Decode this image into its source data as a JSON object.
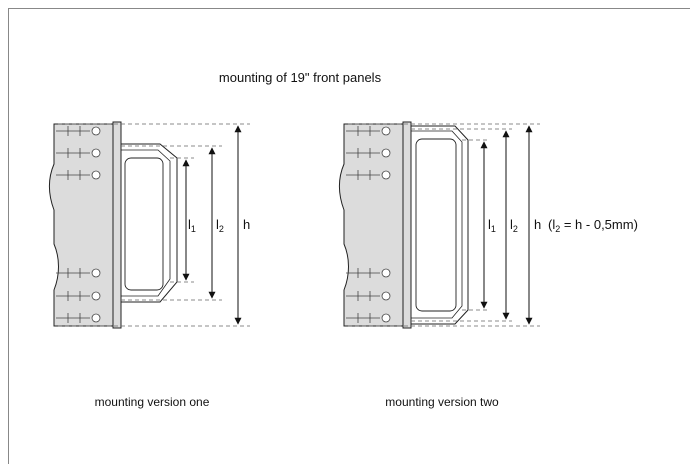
{
  "title": "mounting of 19\" front panels",
  "version_one": {
    "caption": "mounting version one",
    "dims": {
      "l1": "l",
      "l1_sub": "1",
      "l2": "l",
      "l2_sub": "2",
      "h": "h"
    }
  },
  "version_two": {
    "caption": "mounting version two",
    "dims": {
      "l1": "l",
      "l1_sub": "1",
      "l2": "l",
      "l2_sub": "2",
      "h": "h"
    },
    "formula": {
      "open": "(l",
      "sub": "2",
      "rest": " = h - 0,5mm)"
    }
  },
  "colors": {
    "line": "#222222",
    "dash": "#666666",
    "fill": "#dcdcdc"
  }
}
